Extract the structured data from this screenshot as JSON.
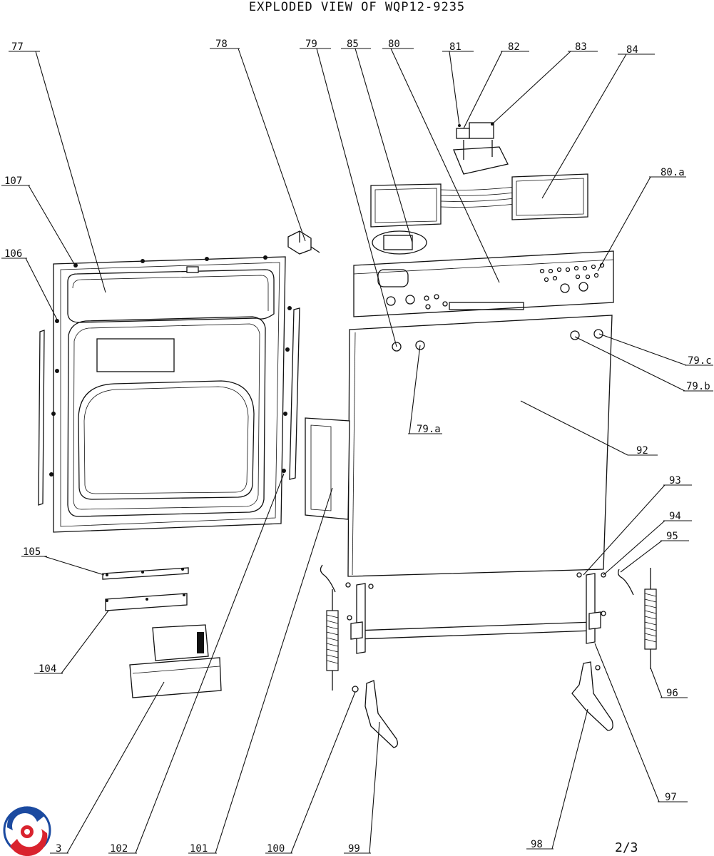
{
  "title": "EXPLODED VIEW OF WQP12-9235",
  "page": "2/3",
  "logo": {
    "colors": [
      "#1b4aa0",
      "#d9232e"
    ]
  },
  "labels": {
    "l77": "77",
    "l78": "78",
    "l79": "79",
    "l85": "85",
    "l80": "80",
    "l81": "81",
    "l82": "82",
    "l83": "83",
    "l84": "84",
    "l80a": "80.a",
    "l107": "107",
    "l106": "106",
    "l79c": "79.c",
    "l79b": "79.b",
    "l79a": "79.a",
    "l92": "92",
    "l93": "93",
    "l94": "94",
    "l95": "95",
    "l105": "105",
    "l104": "104",
    "l96": "96",
    "l97": "97",
    "l98": "98",
    "l99": "99",
    "l100": "100",
    "l101": "101",
    "l102": "102",
    "l103": "3"
  }
}
